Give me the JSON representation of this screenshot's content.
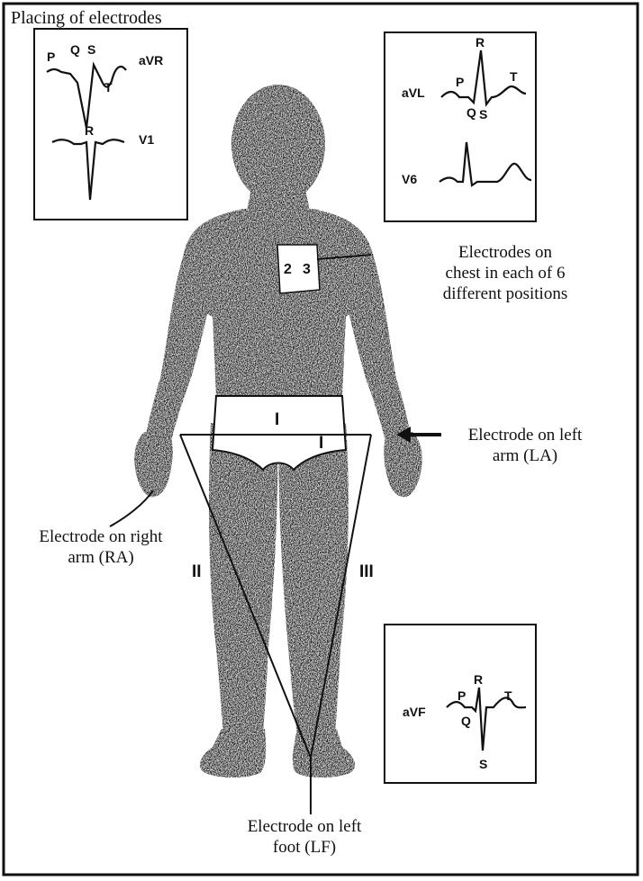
{
  "title": "Placing of electrodes",
  "callouts": {
    "chest": [
      "Electrodes on",
      "chest in each of 6",
      "different positions"
    ],
    "left_arm": [
      "Electrode on left",
      "arm (LA)"
    ],
    "right_arm": [
      "Electrode on right",
      "arm (RA)"
    ],
    "left_foot": [
      "Electrode on left",
      "foot (LF)"
    ]
  },
  "leads": {
    "lead1_upper": "I",
    "lead1_lower": "I",
    "lead2": "II",
    "lead3": "III"
  },
  "chest_numbers": [
    "2",
    "3"
  ],
  "panels": {
    "top_left": {
      "trace1_name": "aVR",
      "trace1_waves": [
        "P",
        "Q",
        "S",
        "T",
        "R"
      ],
      "trace2_name": "V1"
    },
    "top_right": {
      "trace1_name": "aVL",
      "trace1_waves": [
        "R",
        "P",
        "T",
        "Q",
        "S"
      ],
      "trace2_name": "V6"
    },
    "bottom_right": {
      "trace1_name": "aVF",
      "trace1_waves": [
        "R",
        "P",
        "T",
        "Q",
        "S"
      ]
    }
  },
  "colors": {
    "ink": "#111111",
    "body": "#1e1e1e",
    "paper": "#ffffff"
  }
}
